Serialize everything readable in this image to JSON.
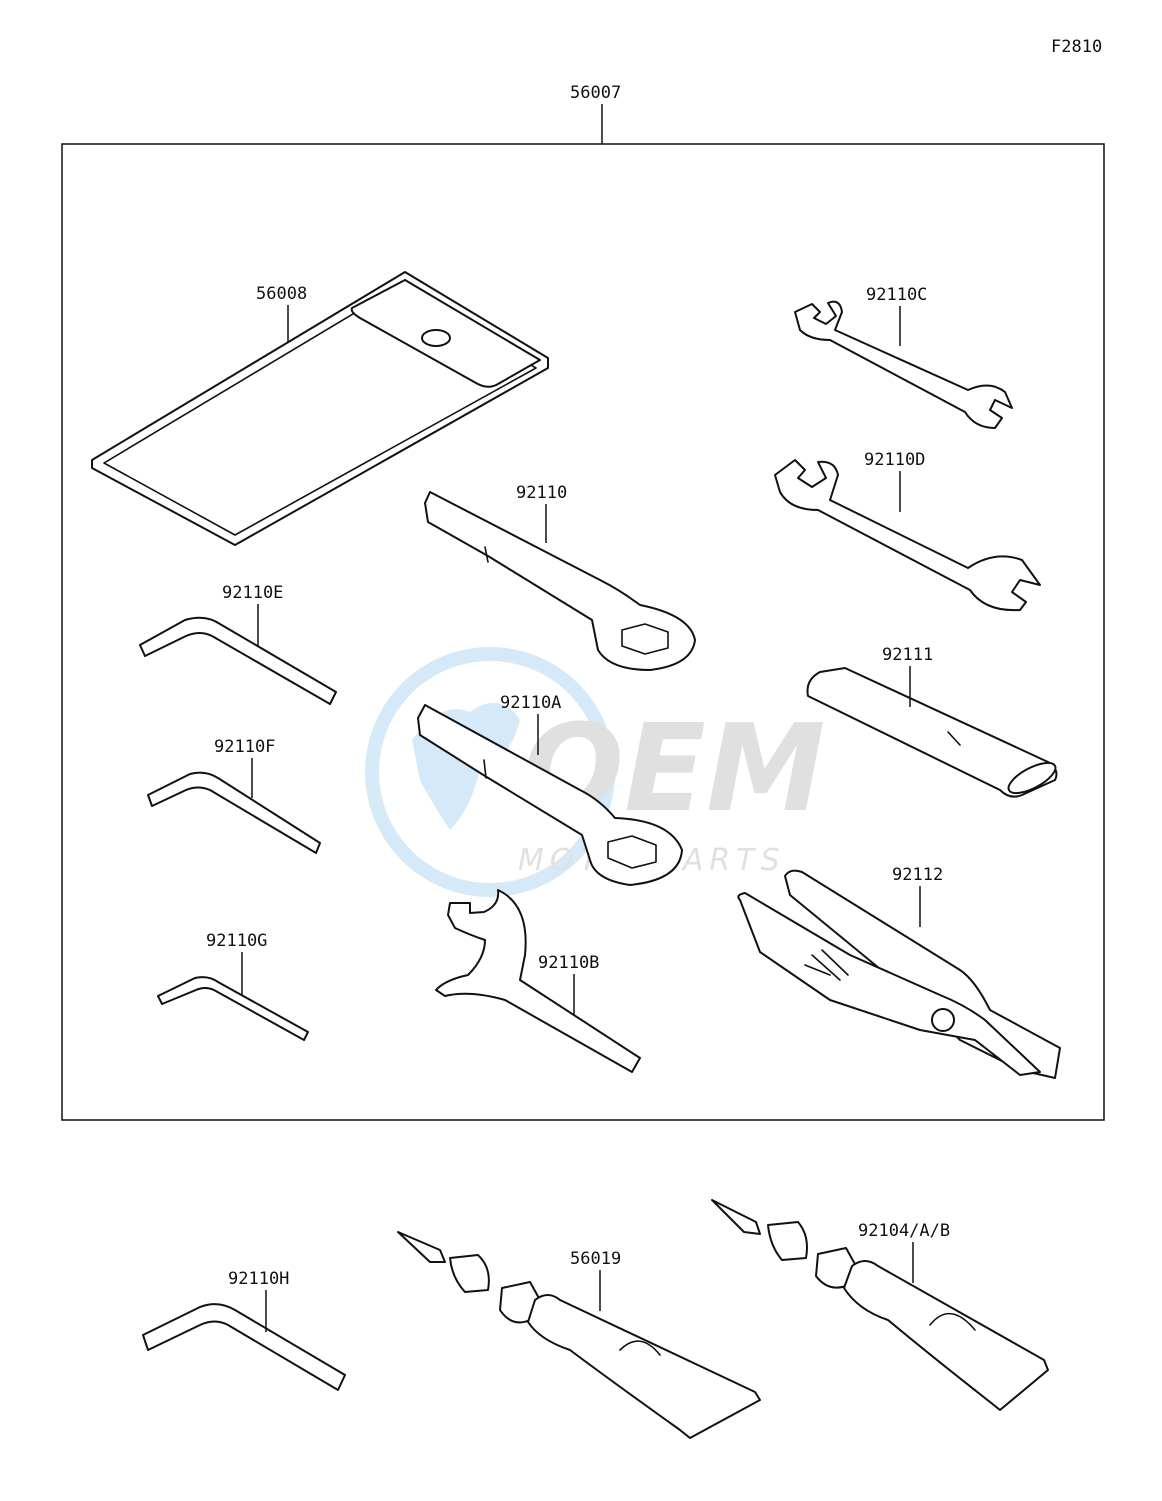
{
  "figure_code": "F2810",
  "assembly_label": "56007",
  "parts": [
    {
      "id": "pouch",
      "label": "56008"
    },
    {
      "id": "wrench_c",
      "label": "92110C"
    },
    {
      "id": "wrench_d",
      "label": "92110D"
    },
    {
      "id": "box_wrench",
      "label": "92110"
    },
    {
      "id": "hex_e",
      "label": "92110E"
    },
    {
      "id": "pipe",
      "label": "92111"
    },
    {
      "id": "box_wrench_a",
      "label": "92110A"
    },
    {
      "id": "hex_f",
      "label": "92110F"
    },
    {
      "id": "pliers",
      "label": "92112"
    },
    {
      "id": "hex_g",
      "label": "92110G"
    },
    {
      "id": "hook_wrench",
      "label": "92110B"
    },
    {
      "id": "hex_h",
      "label": "92110H"
    },
    {
      "id": "tube_56019",
      "label": "56019"
    },
    {
      "id": "tube_92104",
      "label": "92104/A/B"
    }
  ],
  "watermark": {
    "brand": "OEM",
    "sub": "MOTORPARTS",
    "color": "#4a9fe0"
  }
}
